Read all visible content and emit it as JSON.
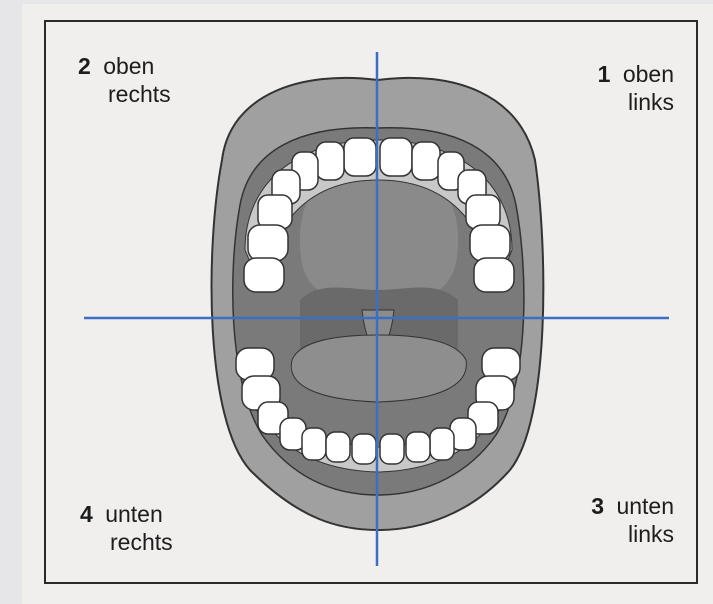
{
  "quadrants": {
    "q2": {
      "number": "2",
      "line1": "oben",
      "line2": "rechts"
    },
    "q1": {
      "number": "1",
      "line1": "oben",
      "line2": "links"
    },
    "q4": {
      "number": "4",
      "line1": "unten",
      "line2": "rechts"
    },
    "q3": {
      "number": "3",
      "line1": "unten",
      "line2": "links"
    }
  },
  "colors": {
    "axis": "#3a6fc4",
    "lip": "#9a9a9a",
    "mouth_interior": "#6f6f6f",
    "gums": "#c9c9c9",
    "teeth": "#ffffff"
  }
}
